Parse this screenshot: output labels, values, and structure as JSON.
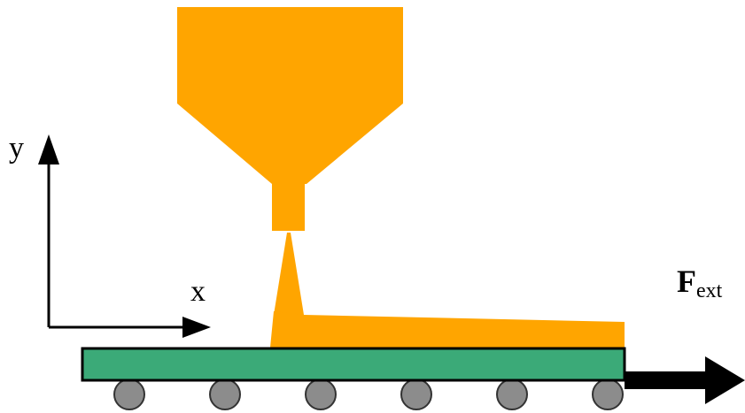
{
  "labels": {
    "y_axis": "y",
    "x_axis": "x",
    "force_symbol": "F",
    "force_subscript": "ext"
  },
  "colors": {
    "material": "#FFA500",
    "belt": "#3BAA78",
    "belt_outline": "#000000",
    "roller": "#8C8C8C",
    "roller_outline": "#333333",
    "axes": "#000000",
    "force_arrow": "#000000"
  },
  "rollers": {
    "count": 6
  }
}
